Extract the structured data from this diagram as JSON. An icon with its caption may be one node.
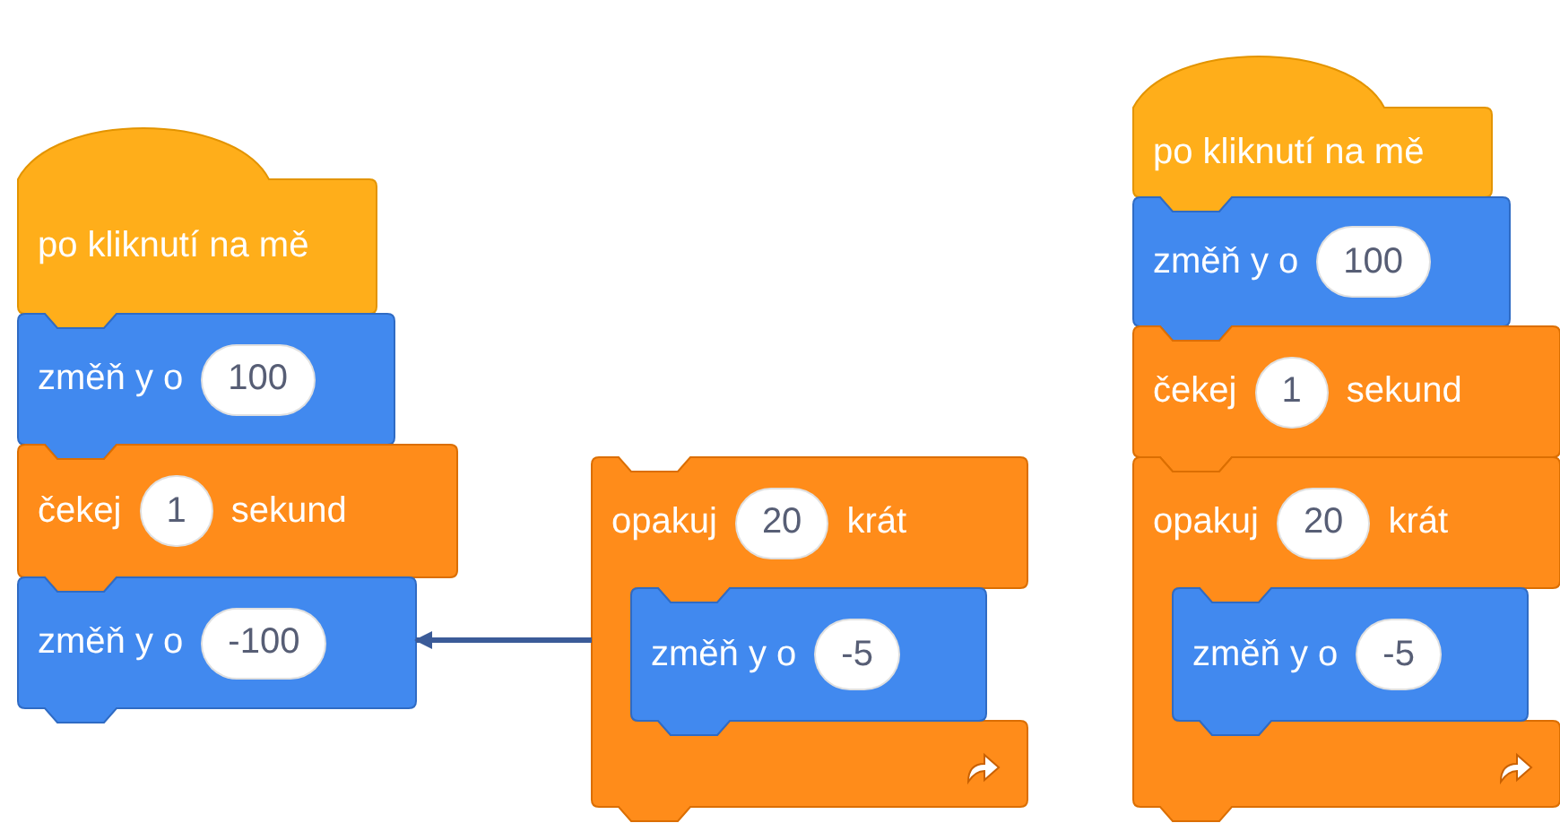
{
  "diagram": {
    "nodes": [
      {
        "text": [
          "po kliknutí na mě"
        ]
      },
      {
        "text": [
          "změň y o"
        ]
      },
      {
        "text": [
          "100"
        ],
        "in": 1
      },
      {
        "text": [
          "čekej",
          "sekund"
        ]
      },
      {
        "text": [
          "1"
        ],
        "in": 3
      },
      {
        "text": [
          "změň y o"
        ]
      },
      {
        "text": [
          "-100"
        ],
        "in": 5
      },
      {
        "text": [
          "opakuj",
          "krát"
        ]
      },
      {
        "text": [
          "20"
        ],
        "in": 7
      },
      {
        "text": [
          "změň y o"
        ],
        "in": 7
      },
      {
        "text": [
          "-5"
        ],
        "in": 9
      },
      {
        "text": [
          "po kliknutí na mě"
        ]
      },
      {
        "text": [
          "změň y o"
        ]
      },
      {
        "text": [
          "100"
        ],
        "in": 12
      },
      {
        "text": [
          "čekej",
          "sekund"
        ]
      },
      {
        "text": [
          "1"
        ],
        "in": 14
      },
      {
        "text": [
          "opakuj",
          "krát"
        ]
      },
      {
        "text": [
          "20"
        ],
        "in": 16
      },
      {
        "text": [
          "změň y o"
        ],
        "in": 16
      },
      {
        "text": [
          "-5"
        ],
        "in": 18
      }
    ],
    "edges": [
      {
        "from": 7,
        "to": 5,
        "arrow": "to"
      }
    ]
  }
}
